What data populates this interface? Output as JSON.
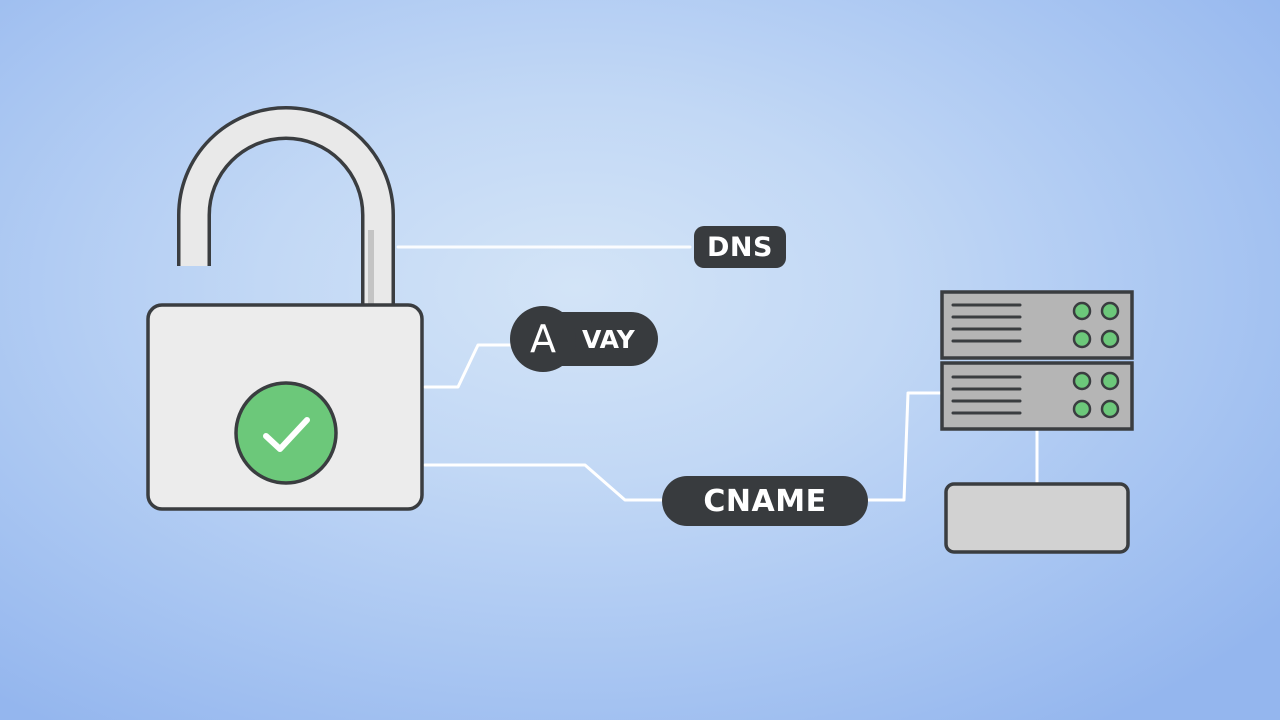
{
  "labels": {
    "dns": "DNS",
    "a_letter": "A",
    "a_text": "VAY",
    "cname": "CNAME"
  },
  "icons": {
    "lock": "padlock-icon",
    "check": "checkmark-icon",
    "server": "server-rack-icon",
    "device": "device-box-icon"
  },
  "colors": {
    "background": "#c2d8f5",
    "pill": "#383b3e",
    "lock_body": "#ececec",
    "outline": "#3a3d40",
    "check_green": "#6cc87a",
    "server_gray": "#b5b5b5",
    "led_green": "#6cc87a",
    "connector": "#ffffff"
  }
}
